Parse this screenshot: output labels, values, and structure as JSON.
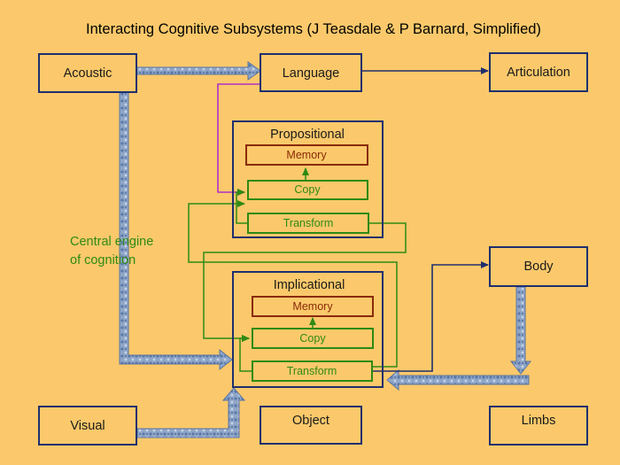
{
  "title": "Interacting Cognitive Subsystems (J Teasdale & P Barnard, Simplified)",
  "colors": {
    "background": "#FBC96B",
    "box_stroke": "#1F2F6E",
    "memory_stroke": "#8A2A08",
    "memory_text": "#8A2A08",
    "sub_stroke": "#2E8A14",
    "sub_text": "#2E8A14",
    "green_arrow": "#2E8A14",
    "purple_arrow": "#B030C8",
    "navy_arrow": "#1F2F6E",
    "flow_fill": "#8FA6C8"
  },
  "nodes": {
    "acoustic": "Acoustic",
    "language": "Language",
    "articulation": "Articulation",
    "body": "Body",
    "visual": "Visual",
    "object": "Object",
    "limbs": "Limbs"
  },
  "propositional": {
    "title": "Propositional",
    "memory": "Memory",
    "copy": "Copy",
    "transform": "Transform"
  },
  "implicational": {
    "title": "Implicational",
    "memory": "Memory",
    "copy": "Copy",
    "transform": "Transform"
  },
  "central_label": {
    "line1": "Central engine",
    "line2": "of cognition"
  }
}
